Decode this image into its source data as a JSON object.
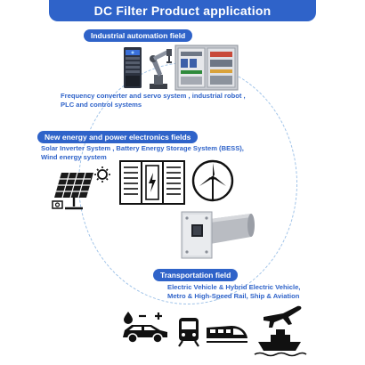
{
  "title": "DC Filter  Product application",
  "sections": {
    "industrial": {
      "label": "Industrial automation field",
      "desc": [
        "Frequency converter and servo system , industrial robot ,",
        "PLC and control systems"
      ],
      "icons": [
        "inverter-cabinet-icon",
        "industrial-robot-icon",
        "control-cabinet-icon"
      ]
    },
    "energy": {
      "label": "New energy and power electronics fields",
      "desc": [
        "Solar Inverter System , Battery Energy Storage System (BESS),",
        "Wind energy system"
      ],
      "icons": [
        "solar-panel-icon",
        "battery-storage-icon",
        "wind-turbine-icon"
      ]
    },
    "transport": {
      "label": "Transportation field",
      "desc": [
        "Electric Vehicle & Hybrid Electric Vehicle,",
        "Metro & High-Speed Rail, Ship & Aviation"
      ],
      "icons": [
        "ev-car-icon",
        "metro-icon",
        "high-speed-train-icon",
        "ship-airplane-icon"
      ]
    }
  },
  "colors": {
    "accent": "#2f63c9",
    "dashed_circle": "#9ec2e8",
    "icon": "#111111"
  }
}
